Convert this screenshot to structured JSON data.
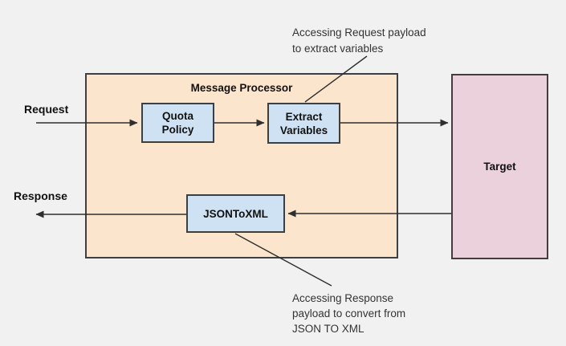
{
  "colors": {
    "background": "#f1f1f2",
    "processor_fill": "#fce5cd",
    "node_fill": "#cfe2f3",
    "target_fill": "#ead1dc",
    "border": "#3f3f3f",
    "arrow": "#2f2f2f",
    "label_text": "#111111",
    "annotation_text": "#333333"
  },
  "diagram": {
    "processor": {
      "title": "Message Processor"
    },
    "nodes": {
      "quota_policy": {
        "label": "Quota\nPolicy"
      },
      "extract_variables": {
        "label": "Extract\nVariables"
      },
      "json_to_xml": {
        "label": "JSONToXML"
      },
      "target": {
        "label": "Target"
      }
    },
    "flow_labels": {
      "request": "Request",
      "response": "Response"
    },
    "annotations": {
      "top": "Accessing Request payload\nto extract variables",
      "bottom": "Accessing Response\npayload to convert from\nJSON TO XML"
    }
  }
}
